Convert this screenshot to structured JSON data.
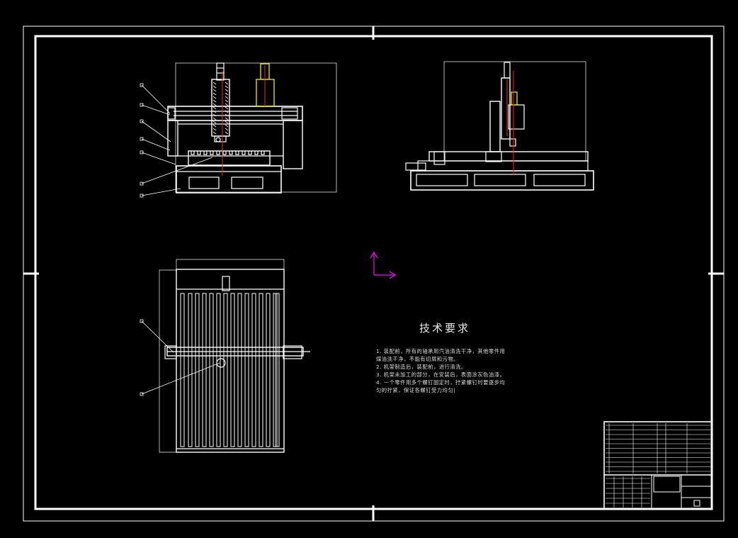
{
  "drawing": {
    "background": "#000000",
    "line_color": "#ffffff",
    "accent_red": "#ff2020",
    "accent_yellow": "#ffff00",
    "ucs_color": "#ff00ff"
  },
  "tech_requirements": {
    "title": "技术要求",
    "lines": [
      "1.  装配前，所有的轴承用汽油清洗干净，其他零件用",
      "煤油洗干净，不能有切屑和污物。",
      "2.  机架制造后，装配前，进行清洗。",
      "3.  机架未加工的部分，在安装后，表面涂灰色油漆。",
      "4.  一个零件用多个螺钉固定时，拧紧螺钉时要逐步均",
      "匀的拧紧，保证各螺钉受力均匀|"
    ]
  }
}
